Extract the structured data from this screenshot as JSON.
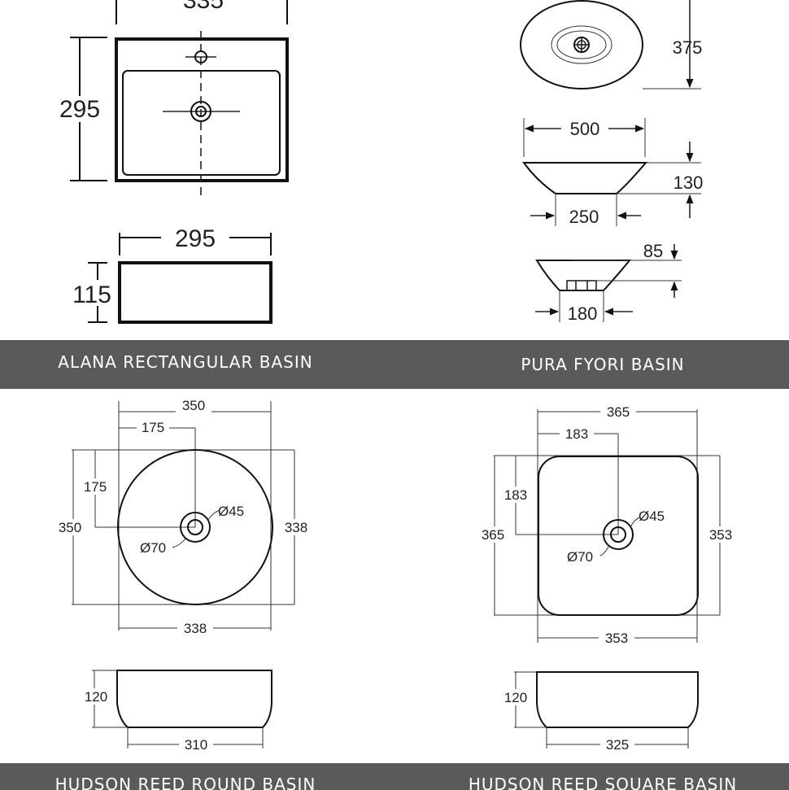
{
  "colors": {
    "banner": "#5a5a5a",
    "banner_text": "#ffffff",
    "line": "#111111"
  },
  "banners": {
    "alana": "ALANA RECTANGULAR BASIN",
    "pura": "PURA FYORI BASIN",
    "round": "HUDSON REED ROUND BASIN",
    "square": "HUDSON REED SQUARE BASIN"
  },
  "alana": {
    "width_top": "335",
    "depth": "295",
    "width_side": "295",
    "height": "115"
  },
  "pura": {
    "depth": "375",
    "width": "500",
    "height": "130",
    "base": "250",
    "waste_depth": "85",
    "waste_base": "180"
  },
  "round": {
    "width": "350",
    "half_width": "175",
    "half_depth": "175",
    "depth": "350",
    "inner_depth": "338",
    "inner_width": "338",
    "waste_small": "Ø45",
    "waste_large": "Ø70",
    "height": "120",
    "base": "310"
  },
  "square": {
    "width": "365",
    "half_width": "183",
    "half_depth": "183",
    "depth": "365",
    "inner_depth": "353",
    "inner_width": "353",
    "waste_small": "Ø45",
    "waste_large": "Ø70",
    "height": "120",
    "base": "325"
  }
}
